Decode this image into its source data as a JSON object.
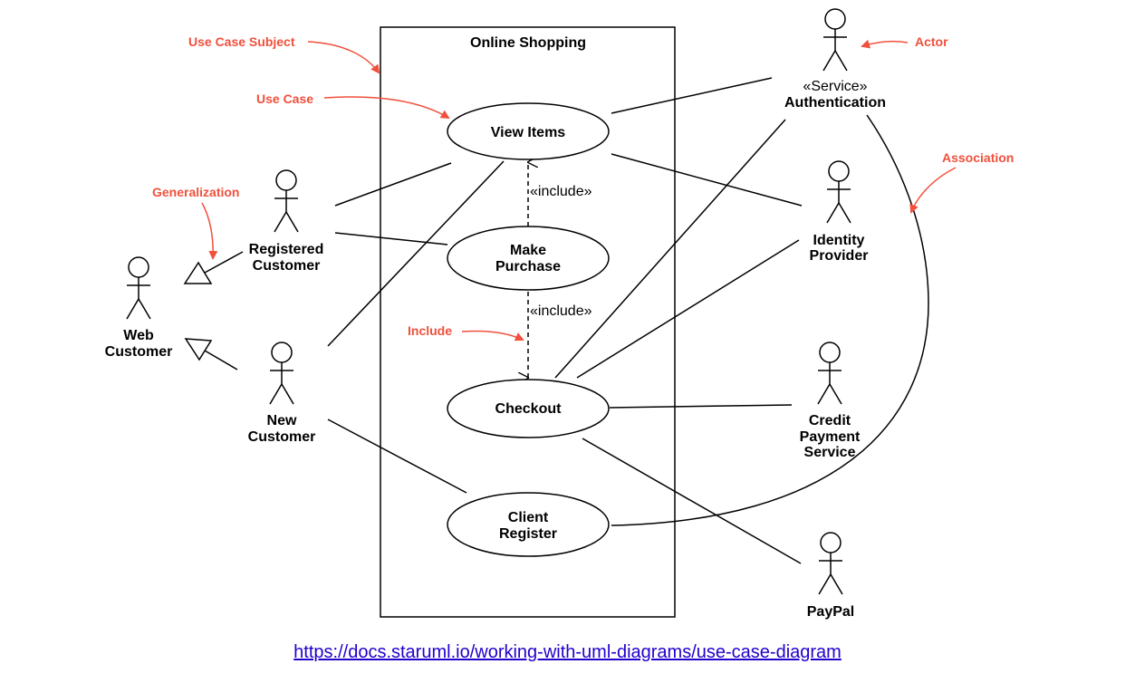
{
  "subject": {
    "title": "Online Shopping"
  },
  "use_cases": {
    "view_items": [
      "View Items"
    ],
    "make_purchase": [
      "Make",
      "Purchase"
    ],
    "checkout": [
      "Checkout"
    ],
    "client_register": [
      "Client",
      "Register"
    ]
  },
  "actors": {
    "web_customer": [
      "Web",
      "Customer"
    ],
    "registered_customer": [
      "Registered",
      "Customer"
    ],
    "new_customer": [
      "New",
      "Customer"
    ],
    "authentication": {
      "stereotype": "«Service»",
      "name": "Authentication"
    },
    "identity_provider": [
      "Identity",
      "Provider"
    ],
    "credit_payment": [
      "Credit",
      "Payment",
      "Service"
    ],
    "paypal": [
      "PayPal"
    ]
  },
  "relations": {
    "include_1": "«include»",
    "include_2": "«include»"
  },
  "annotations": {
    "use_case_subject": "Use Case Subject",
    "use_case": "Use Case",
    "generalization": "Generalization",
    "include": "Include",
    "actor": "Actor",
    "association": "Association"
  },
  "colors": {
    "annotation": "#f0503c",
    "line": "#000000",
    "link": "#2200cc"
  },
  "source_link": "https://docs.staruml.io/working-with-uml-diagrams/use-case-diagram"
}
